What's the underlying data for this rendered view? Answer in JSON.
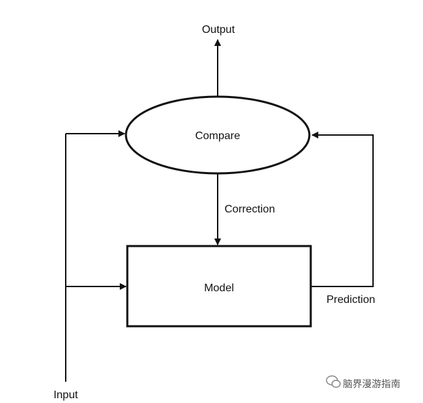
{
  "diagram": {
    "nodes": {
      "compare": "Compare",
      "model": "Model"
    },
    "labels": {
      "output": "Output",
      "correction": "Correction",
      "prediction": "Prediction",
      "input": "Input"
    }
  },
  "watermark": {
    "text": "脑界漫游指南",
    "icon": "wechat-icon"
  }
}
